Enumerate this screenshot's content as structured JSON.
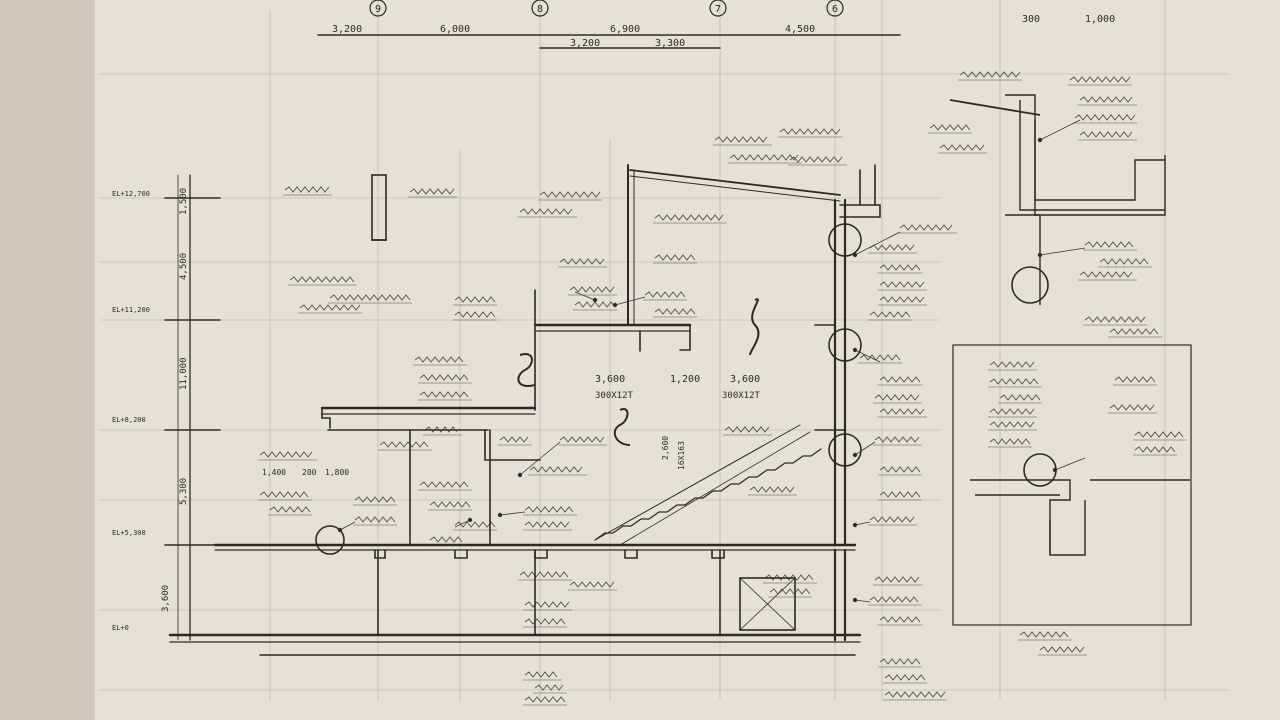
{
  "drawing": {
    "paper_color": "#e6e1d7",
    "ink_color": "#2c2a27",
    "faint_color": "#9d9a92",
    "grid_markers": [
      "9",
      "8",
      "7",
      "6"
    ],
    "dimensions": {
      "top_spans": [
        "3,200",
        "6,000",
        "6,900",
        "4,500"
      ],
      "top_sub_spans": [
        "3,200",
        "3,300"
      ],
      "stair_spans": [
        "3,600",
        "1,200",
        "3,600"
      ],
      "stair_notes": [
        "300X12T",
        "300X12T"
      ],
      "left_verticals": [
        "1,500",
        "11,000",
        "4,500",
        "5,300",
        "3,600"
      ],
      "left_levels": [
        "EL+12,700",
        "EL+11,200",
        "EL+8,200",
        "EL+5,300",
        "EL+0"
      ],
      "detail_top": [
        "300",
        "1,000"
      ],
      "riser_notes": [
        "2,600",
        "16X163"
      ],
      "misc_marks": [
        "1,400",
        "200",
        "1,800"
      ]
    }
  }
}
